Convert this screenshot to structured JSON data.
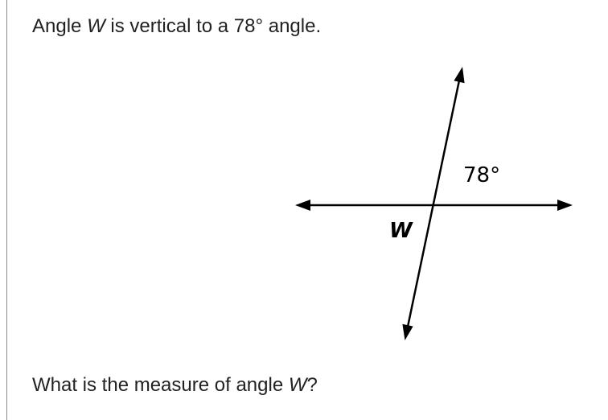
{
  "prompt": {
    "part1": "Angle ",
    "variable": "W",
    "part2": " is vertical to a 78° angle."
  },
  "diagram": {
    "given_angle_label": "78°",
    "unknown_angle_label": "W"
  },
  "question": {
    "part1": "What is the measure of angle ",
    "variable": "W",
    "part2": "?"
  }
}
